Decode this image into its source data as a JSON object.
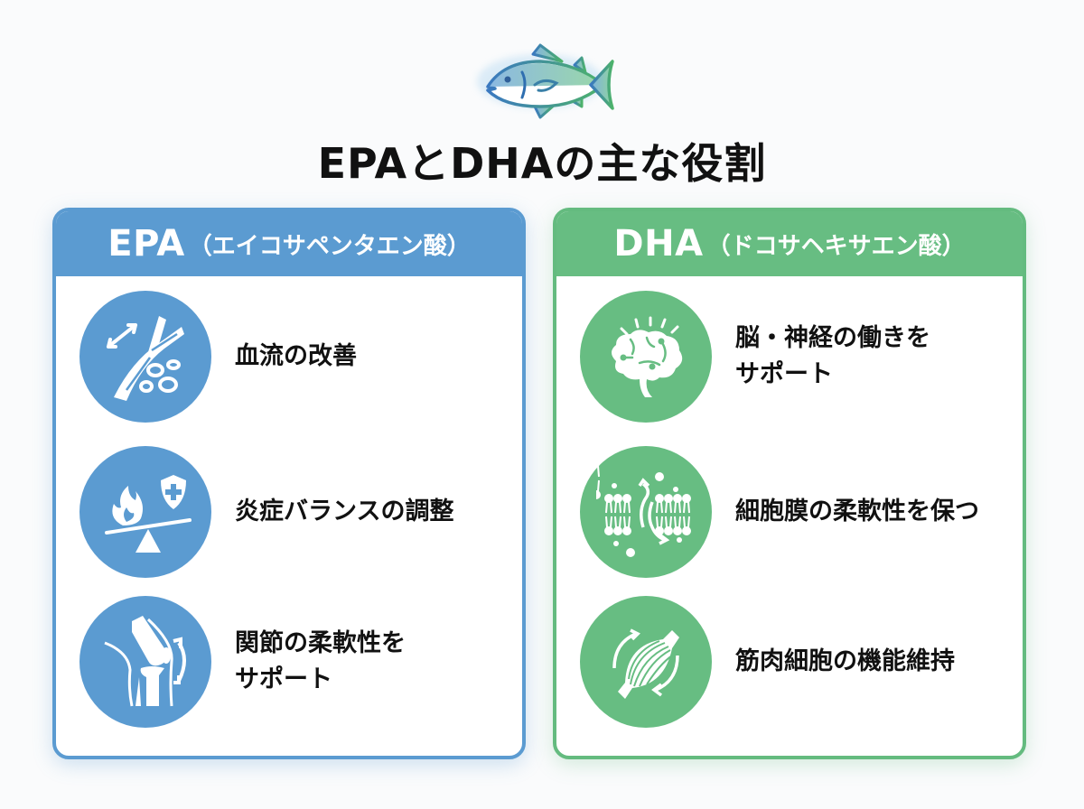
{
  "header": {
    "icon": "fish-icon",
    "title": "EPAとDHAの主な役割"
  },
  "colors": {
    "epa_blue": "#5b9bd1",
    "dha_green": "#67bd82",
    "text": "#111111",
    "background": "#fafbfc"
  },
  "epa": {
    "abbr": "EPA",
    "full_name": "（エイコサペンタエン酸）",
    "items": [
      {
        "icon": "blood-vessel-flow-icon",
        "label": "血流の改善"
      },
      {
        "icon": "inflammation-balance-icon",
        "label": "炎症バランスの調整"
      },
      {
        "icon": "knee-joint-icon",
        "label": "関節の柔軟性を\nサポート"
      }
    ]
  },
  "dha": {
    "abbr": "DHA",
    "full_name": "（ドコサヘキサエン酸）",
    "items": [
      {
        "icon": "brain-icon",
        "label": "脳・神経の働きを\nサポート"
      },
      {
        "icon": "cell-membrane-icon",
        "label": "細胞膜の柔軟性を保つ"
      },
      {
        "icon": "muscle-icon",
        "label": "筋肉細胞の機能維持"
      }
    ]
  }
}
